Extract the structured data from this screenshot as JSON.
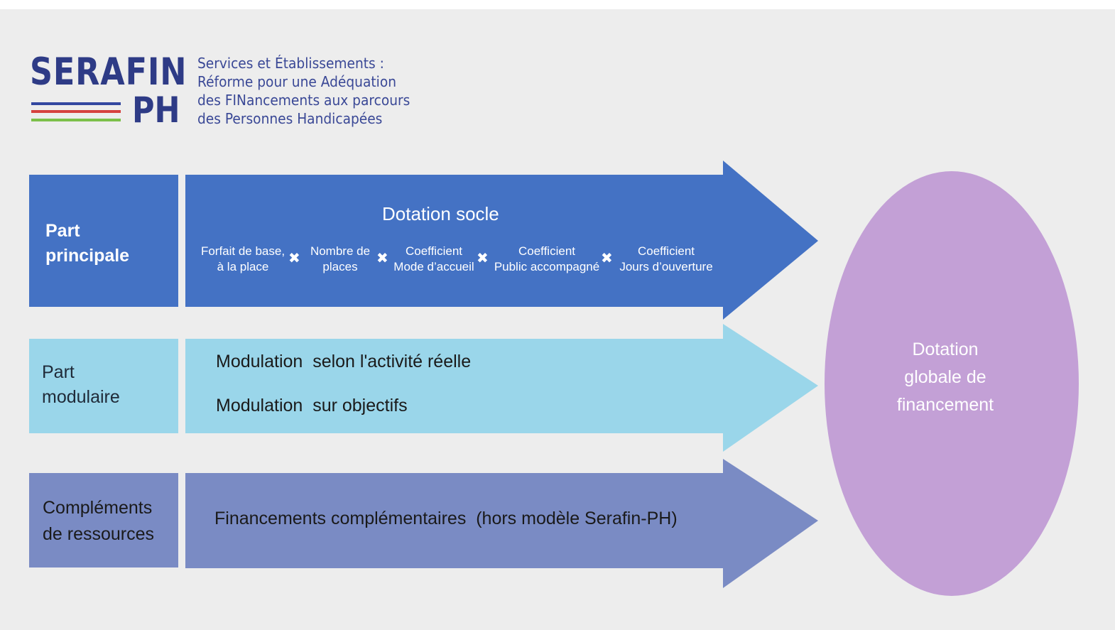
{
  "logo": {
    "title": "SERAFIN",
    "suffix": "PH",
    "subtitle_lines": [
      "Services et Établissements :",
      "Réforme pour une Adéquation",
      "des FINancements aux parcours",
      "des Personnes Handicapées"
    ],
    "stripe_colors": [
      "#3347a0",
      "#d6413f",
      "#7cbf4a"
    ]
  },
  "rows": [
    {
      "label_lines": [
        "Part",
        "principale"
      ],
      "label_color": "#4472c4",
      "arrow_color": "#4472c4",
      "title": "Dotation socle",
      "factors": [
        [
          "Forfait de base,",
          "à la place"
        ],
        [
          "Nombre de",
          "places"
        ],
        [
          "Coefficient",
          "Mode d’accueil"
        ],
        [
          "Coefficient",
          "Public accompagné"
        ],
        [
          "Coefficient",
          "Jours d’ouverture"
        ]
      ],
      "operator": "✖"
    },
    {
      "label_lines": [
        "Part",
        "modulaire"
      ],
      "label_color": "#9ad6ea",
      "arrow_color": "#9ad6ea",
      "items": [
        "Modulation  selon l'activité réelle",
        "Modulation  sur objectifs"
      ]
    },
    {
      "label_lines": [
        "Compléments",
        "de ressources"
      ],
      "label_color": "#7a8bc4",
      "arrow_color": "#7a8bc4",
      "items": [
        "Financements complémentaires  (hors modèle Serafin-PH)"
      ]
    }
  ],
  "result": {
    "lines": [
      "Dotation",
      "globale de",
      "financement"
    ],
    "color": "#c3a0d6"
  }
}
